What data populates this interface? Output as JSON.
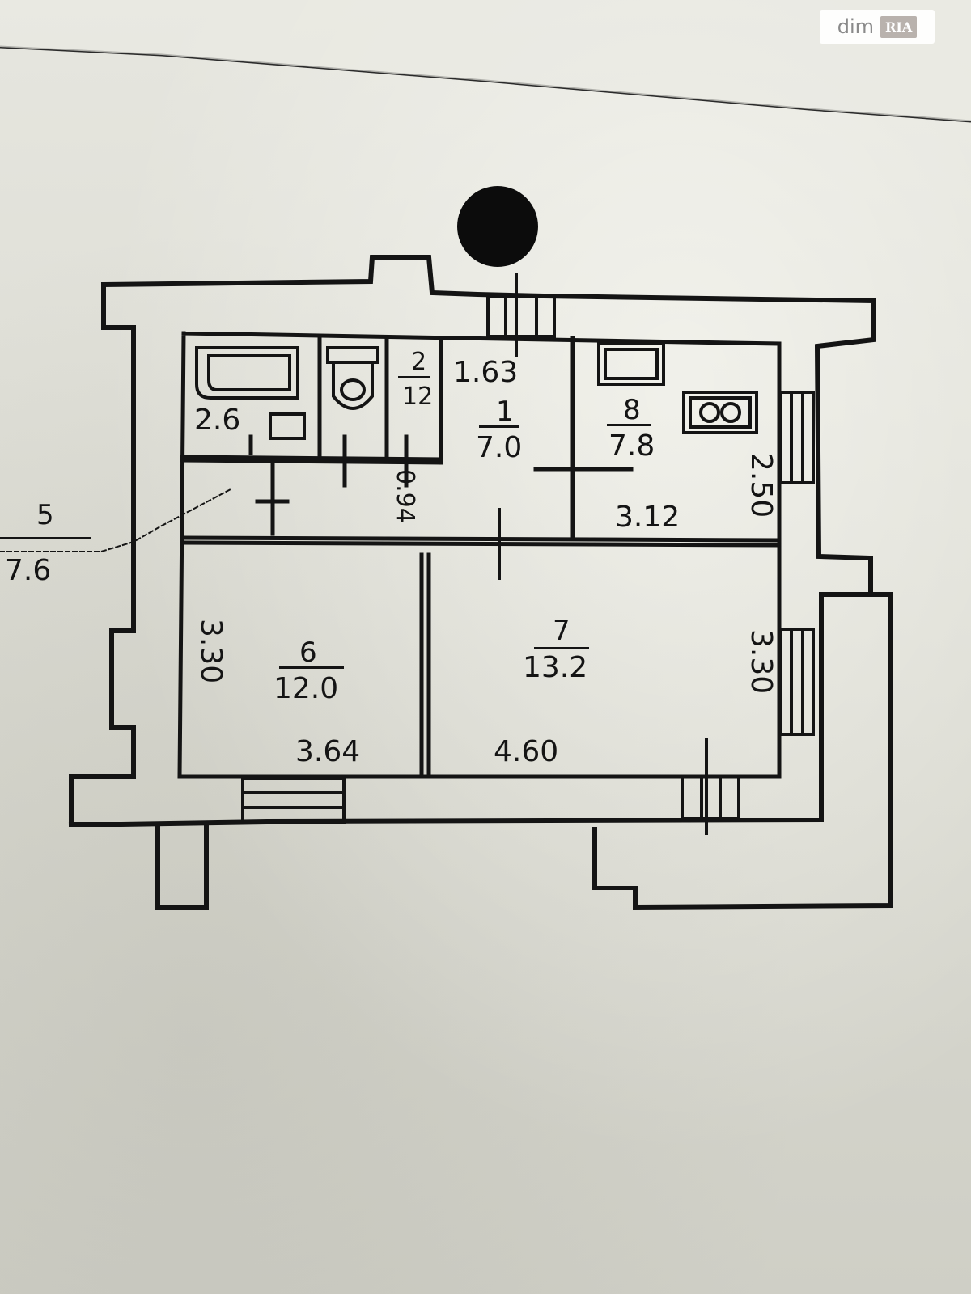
{
  "watermark": {
    "brand": "dim",
    "badge": "RIA"
  },
  "rooms": {
    "bathroom": {
      "area": "2.6"
    },
    "toilet": {
      "number": "2",
      "area": "12"
    },
    "hall": {
      "number": "1",
      "area": "7.0"
    },
    "kitchen": {
      "number": "8",
      "area": "7.8"
    },
    "room_6": {
      "number": "6",
      "area": "12.0"
    },
    "room_7": {
      "number": "7",
      "area": "13.2"
    },
    "neighbor_5": {
      "number": "5",
      "area": "7.6"
    }
  },
  "dimensions": {
    "hall_width": "1.63",
    "hall_corridor": "0.94",
    "kitchen_width": "3.12",
    "kitchen_depth": "2.50",
    "room_6_depth": "3.30",
    "room_6_width": "3.64",
    "room_7_width": "4.60",
    "room_7_depth": "3.30"
  },
  "icons": [
    "bathtub-icon",
    "toilet-icon",
    "sink-icon",
    "stove-icon",
    "chimney-icon"
  ]
}
